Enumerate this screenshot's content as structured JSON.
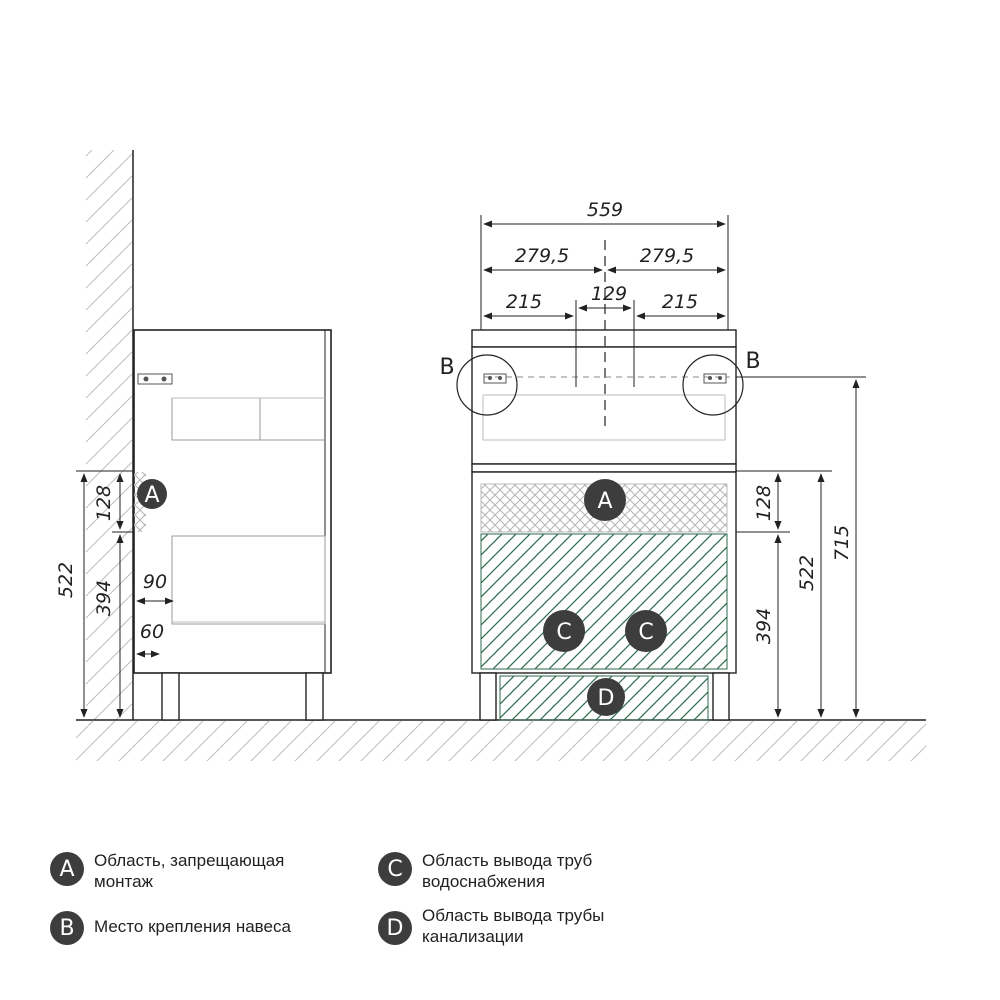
{
  "dimensions": {
    "total_width": "559",
    "half_left": "279,5",
    "half_right": "279,5",
    "left_offset": "215",
    "center_gap": "129",
    "right_offset": "215",
    "zone_a_height": "128",
    "lower_height": "394",
    "upper_edge": "522",
    "hinge_height": "715",
    "side_depth_90": "90",
    "side_depth_60": "60"
  },
  "markers": {
    "a": "A",
    "b": "B",
    "c": "C",
    "d": "D"
  },
  "legend": {
    "a_text": "Область, запрещающая монтаж",
    "b_text": "Место крепления навеса",
    "c_text": "Область вывода труб водоснабжения",
    "d_text": "Область вывода трубы канализации"
  },
  "colors": {
    "line": "#222222",
    "badge": "#3d3d3d",
    "hatch_green": "#2f6b4f",
    "hatch_grey": "#b5b5b5"
  }
}
